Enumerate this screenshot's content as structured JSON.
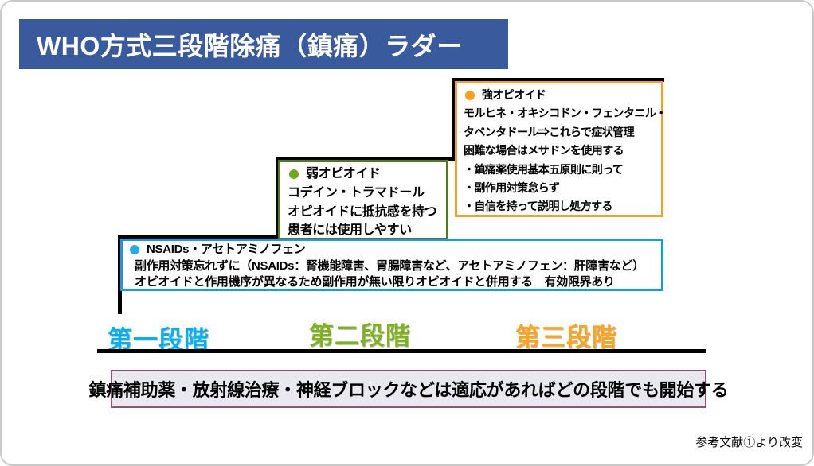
{
  "title": "WHO方式三段階除痛（鎮痛）ラダー",
  "credit": "参考文献①より改変",
  "colors": {
    "banner_bg": "#3a5a9e",
    "stair_line": "#000000",
    "step1_label": "#00b0f0",
    "step2_label": "#7cb31e",
    "step3_label": "#ffa41c",
    "step1_border": "#2196e8",
    "step2_border": "#507b20",
    "step3_border": "#f0a132",
    "step1_bullet": "#29abe2",
    "step2_bullet": "#6fa821",
    "step3_bullet": "#f7a11a",
    "footer_border": "#8b5471",
    "footer_bg": "#e9e8ee"
  },
  "steps": [
    {
      "label": "第一段階",
      "box": {
        "header": "NSAIDs・アセトアミノフェン",
        "lines": [
          "副作用対策忘れずに（NSAIDs：腎機能障害、胃腸障害など、アセトアミノフェン：肝障害など）",
          "オピオイドと作用機序が異なるため副作用が無い限りオピオイドと併用する　有効限界あり"
        ]
      }
    },
    {
      "label": "第二段階",
      "box": {
        "header": "弱オピオイド",
        "lines": [
          "コデイン・トラマドール",
          "オピオイドに抵抗感を持つ",
          "患者には使用しやすい"
        ]
      }
    },
    {
      "label": "第三段階",
      "box": {
        "header": "強オピオイド",
        "lines": [
          "モルヒネ・オキシコドン・フェンタニル・",
          "タペンタドール⇒これらで症状管理",
          "困難な場合はメサドンを使用する",
          "・鎮痛薬使用基本五原則に則って",
          "・副作用対策怠らず",
          "・自信を持って説明し処方する"
        ]
      }
    }
  ],
  "footer_box": {
    "text": "鎮痛補助薬・放射線治療・神経ブロックなどは適応があればどの段階でも開始する"
  }
}
